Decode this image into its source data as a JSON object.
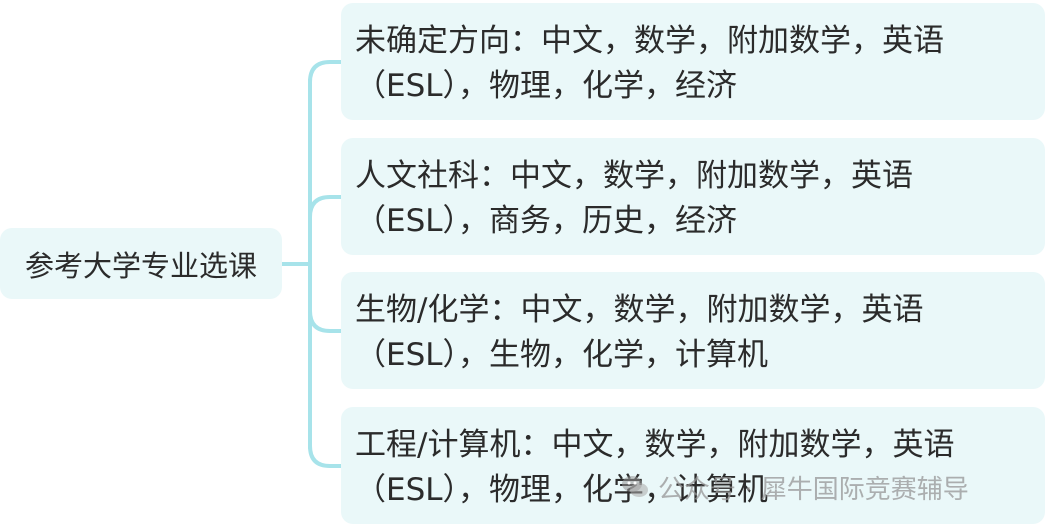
{
  "root": {
    "label": "参考大学专业选课"
  },
  "branches": [
    {
      "line1": "未确定方向：中文，数学，附加数学，英语",
      "line2": "（ESL），物理，化学，经济"
    },
    {
      "line1": "人文社科：中文，数学，附加数学，英语",
      "line2": "（ESL），商务，历史，经济"
    },
    {
      "line1": "生物/化学：中文，数学，附加数学，英语",
      "line2": "（ESL），生物，化学，计算机"
    },
    {
      "line1": "工程/计算机：中文，数学，附加数学，英语",
      "line2": "（ESL），物理，化学，计算机"
    }
  ],
  "watermark": {
    "text": "公众号 · 犀牛国际竞赛辅导",
    "icon": "wechat-icon"
  },
  "colors": {
    "connector": "#a7e3ea",
    "node_fill": "#eaf8f9",
    "text": "#2b2b2b"
  }
}
